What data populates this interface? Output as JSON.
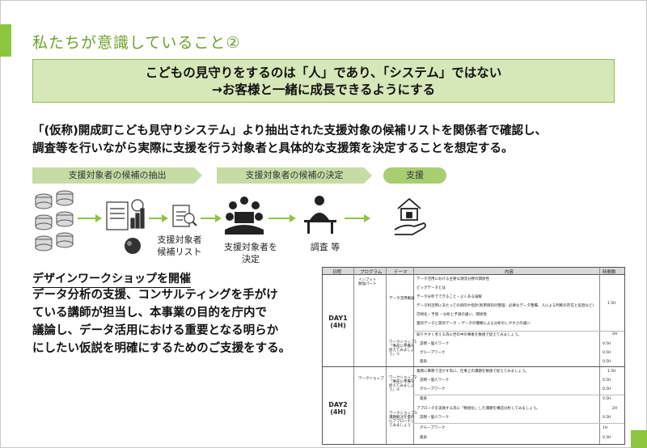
{
  "title": "私たちが意識していること②",
  "banner": {
    "line1": "こどもの見守りをするのは「人」であり、「システム」ではない",
    "line2": "→お客様と一緒に成長できるようにする"
  },
  "lead": {
    "line1": "「(仮称)開成町こども見守りシステム」より抽出された支援対象の候補リストを関係者で確認し、",
    "line2": "調査等を行いながら実際に支援を行う対象者と具体的な支援策を決定することを想定する。"
  },
  "phases": [
    {
      "label": "支援対象者の候補の抽出"
    },
    {
      "label": "支援対象者の候補の決定"
    },
    {
      "label": "支援"
    }
  ],
  "flow": {
    "label_list_1": "支援対象者",
    "label_list_2": "候補リスト",
    "label_decide_1": "支援対象者を",
    "label_decide_2": "決定",
    "label_survey": "調査 等"
  },
  "workshop": {
    "title": "デザインワークショップを開催",
    "line1": "データ分析の支援、コンサルティングを手がけ",
    "line2": "ている講師が担当し、本事業の目的を庁内で",
    "line3": "議論し、データ活用における重要となる明らか",
    "line4": "にしたい仮説を明確にするためのご支援をする。"
  },
  "schedule": {
    "headers": {
      "day": "日程",
      "program": "プログラム",
      "theme": "テーマ",
      "content": "内容",
      "time": "時間数"
    },
    "day1_a": "DAY1",
    "day1_b": "(4H)",
    "day2_a": "DAY2",
    "day2_b": "(4H)",
    "p_input_a": "インプット",
    "p_input_b": "勉強パート",
    "p_workshop": "ワークショップ",
    "t_data": "データ活用概論",
    "t_ws1_a": "ワークショップ1",
    "t_ws1_b": "「事前に準備を",
    "t_ws1_c": "捉えてみましょ",
    "t_ws1_d": "う」①",
    "t_ws2_a": "ワークショップ2",
    "t_ws2_b": "「事前に準備を",
    "t_ws2_c": "捉えてみましょ",
    "t_ws2_d": "う」②",
    "t_ws3_a": "ワークショップ3",
    "t_ws3_b": "課題解決を量的",
    "t_ws3_c": "にアプローチし",
    "t_ws3_d": "てみましょう",
    "c1": "データ活用における主要な潮流分野の関係性",
    "c2": "ビッグデータとは",
    "c3": "データ分析でできること・よくある誤解",
    "c4": "データ利活用にあたっての目的や指針(利用目的の整理、必要なデータ整備、人による判断の存在と役割など)",
    "c5": "可視化・予測 ・分析と予測の違い、関係性",
    "c6": "量的データと質的データ ・データの種類による分析のしやすさの違い",
    "c7": "知りやすく考える為に世の中の事象を数値で捉えてみましょう。",
    "c8": "説明・個人ワーク",
    "c9": "グループワーク",
    "c10": "発表",
    "c11": "業務に事務で活かす為に、仕事上の課題を数値で捉えてみましょう。",
    "c12": "説明・個人ワーク",
    "c13": "グループワーク",
    "c14": "発表",
    "c15": "アプローチを実践する為に「数値化」した課題を構造分析してみましょう。",
    "c16": "説明・個人ワーク",
    "c17": "グループワーク",
    "c18": "発表",
    "h_15": "1.5H",
    "h_2a": "2H",
    "h_05a": "0.5H",
    "h_05b": "0.5H",
    "h_05c": "0.5H",
    "h_15b": "1.5H",
    "h_05d": "0.5H",
    "h_05e": "0.5H",
    "h_05f": "0.5H",
    "h_2b": "2H",
    "h_05g": "0.5H",
    "h_1": "1H",
    "h_05h": "0.5H"
  },
  "colors": {
    "accent": "#8cc63f",
    "banner_bg": "#d6e8b8",
    "chevron": "#c5dda5",
    "title": "#6da02c"
  },
  "icons": [
    "database-icon",
    "server-chart-icon",
    "brain-icon",
    "document-search-icon",
    "people-meeting-icon",
    "person-desk-icon",
    "house-hand-icon"
  ]
}
